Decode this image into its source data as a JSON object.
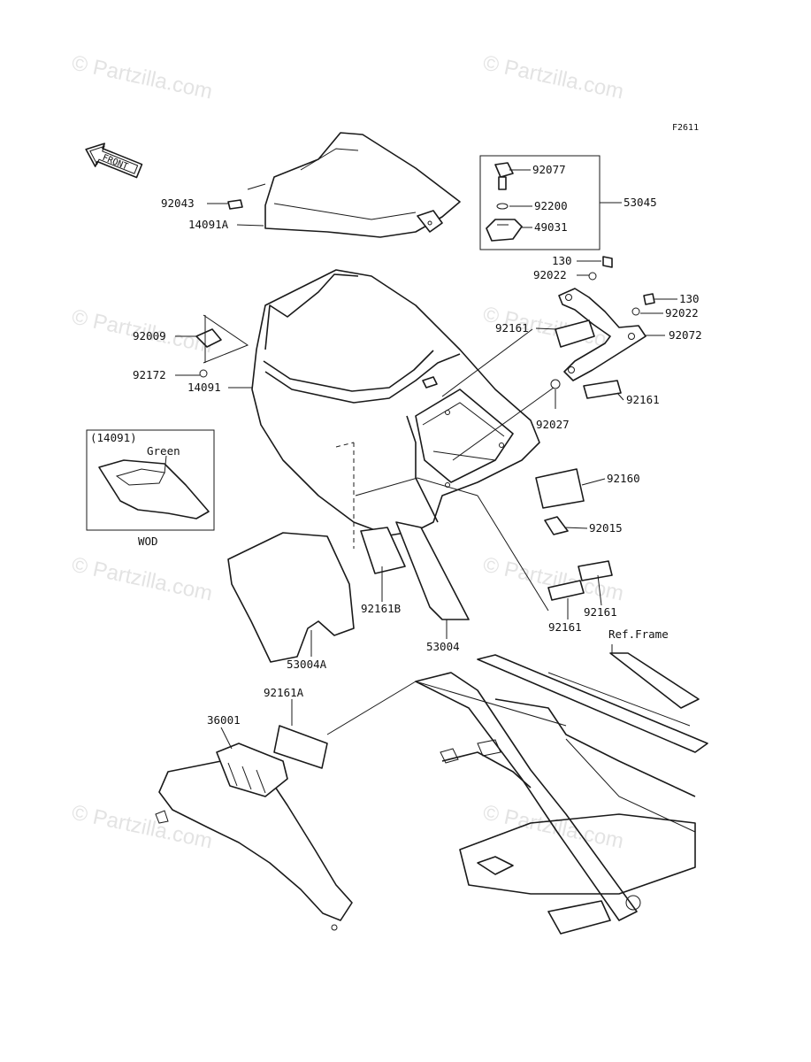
{
  "diagram_code": "F2611",
  "watermark": "© Partzilla.com",
  "front_arrow_label": "FRONT",
  "ref_frame_label": "Ref.Frame",
  "inset": {
    "part_ref": "(14091)",
    "color_label": "Green",
    "caption": "WOD"
  },
  "callouts": {
    "p92043": "92043",
    "p14091A": "14091A",
    "p92077": "92077",
    "p92200": "92200",
    "p49031": "49031",
    "p53045": "53045",
    "p130a": "130",
    "p92022a": "92022",
    "p130b": "130",
    "p92022b": "92022",
    "p92072": "92072",
    "p92161a": "92161",
    "p92009": "92009",
    "p92172": "92172",
    "p92161b": "92161",
    "p92027": "92027",
    "p14091": "14091",
    "p92160": "92160",
    "p92015": "92015",
    "p92161B": "92161B",
    "p53004": "53004",
    "p53004A": "53004A",
    "p92161c": "92161",
    "p92161d": "92161",
    "p92161A": "92161A",
    "p36001": "36001"
  }
}
